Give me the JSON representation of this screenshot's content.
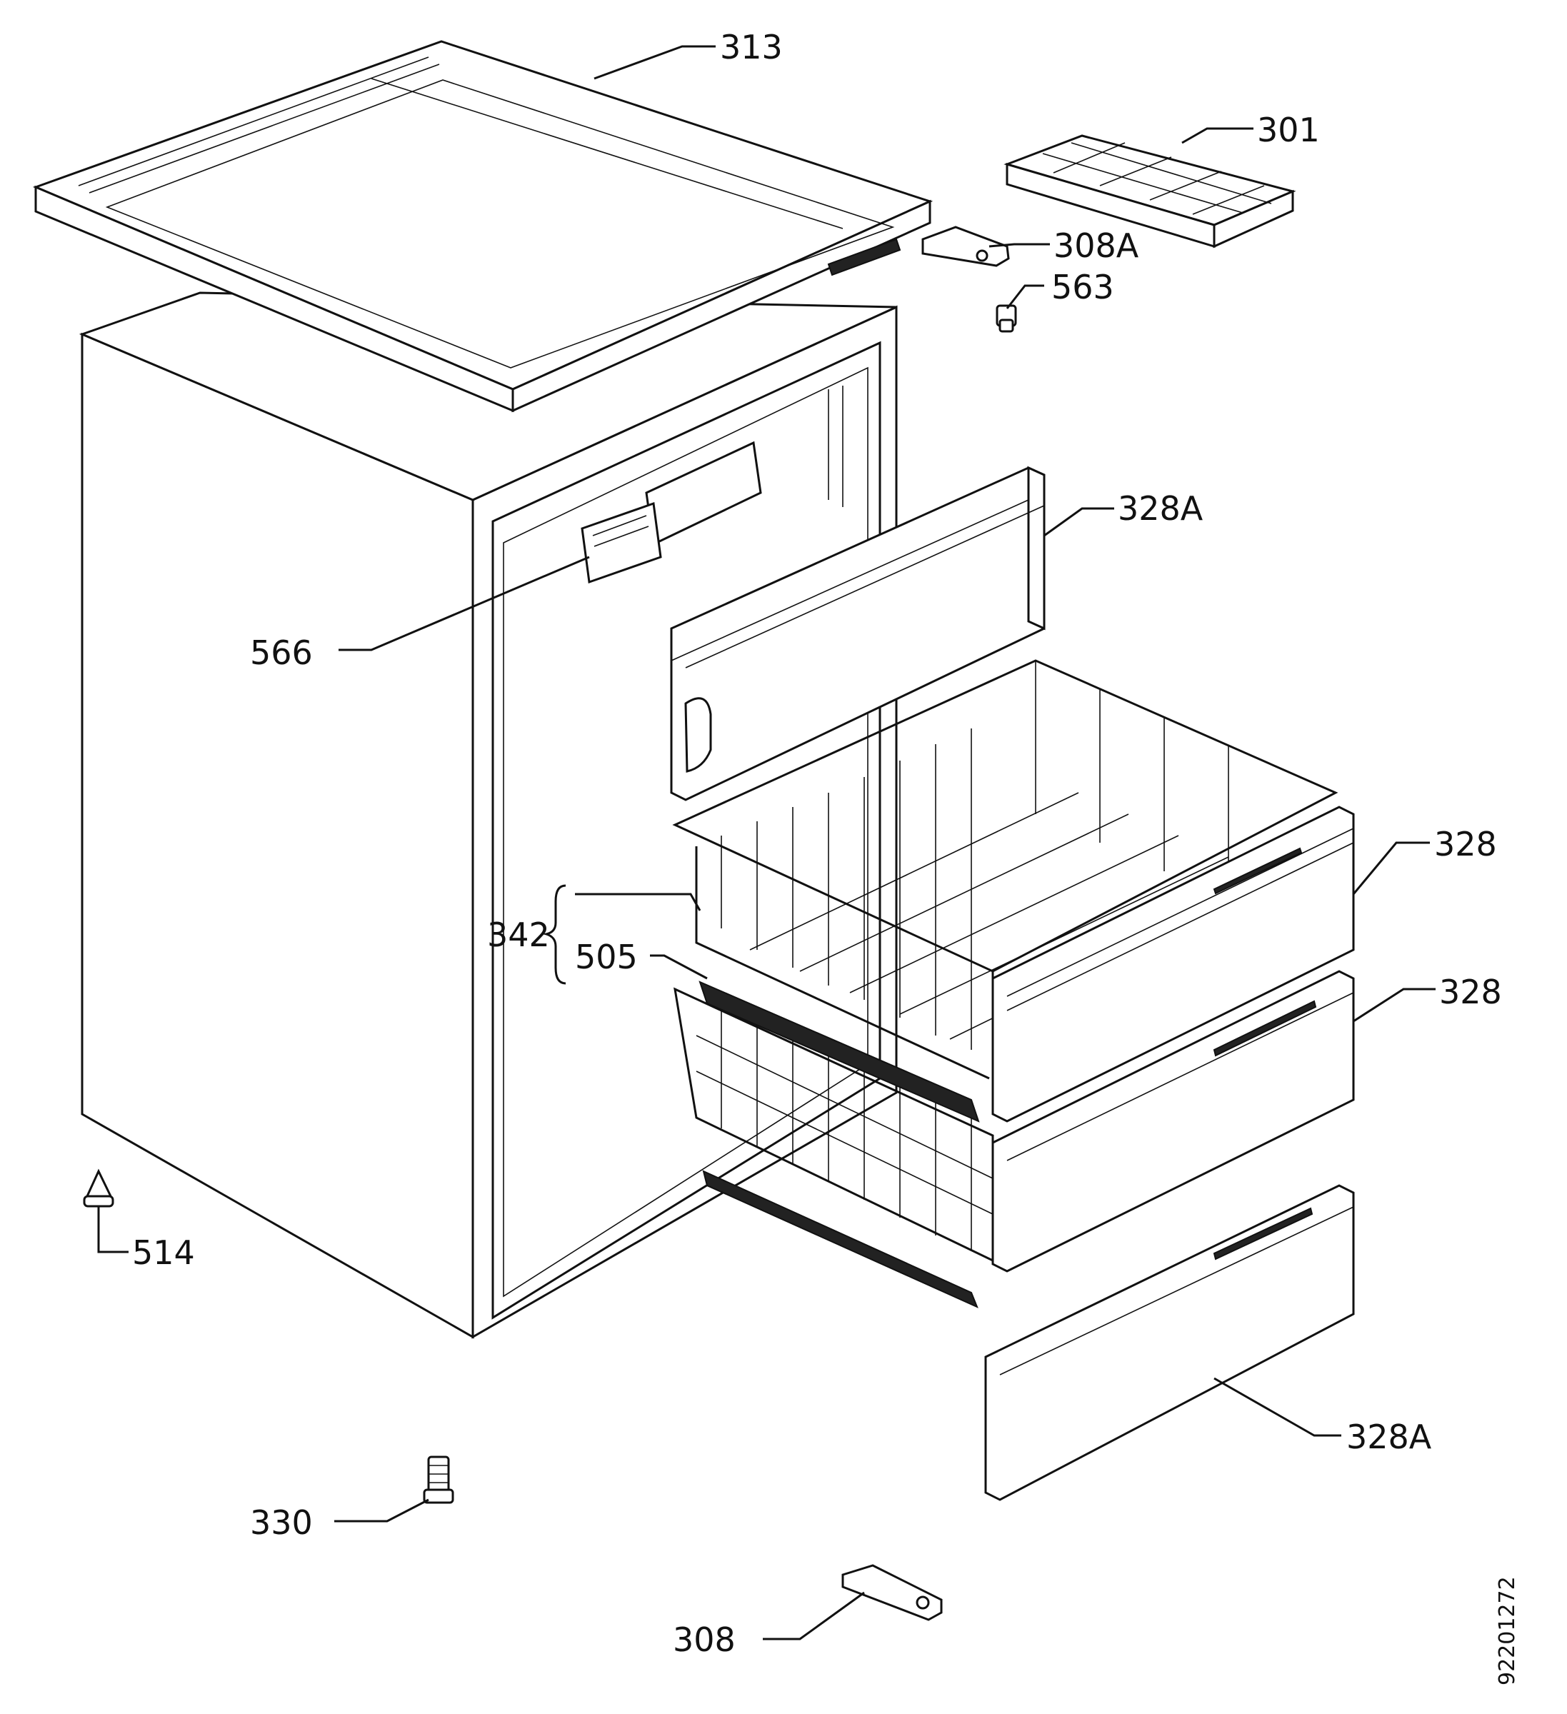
{
  "labels": {
    "top_cover": "313",
    "ice_tray": "301",
    "upper_hinge": "308A",
    "hinge_screw": "563",
    "thermostat_knob": "566",
    "upper_flap": "328A",
    "upper_drawer_front": "328",
    "middle_drawer_front": "328",
    "basket_group": "342",
    "runner": "505",
    "foot": "514",
    "lower_flap": "328A",
    "adjustable_foot": "330",
    "lower_hinge": "308"
  },
  "document_number": "92201272"
}
